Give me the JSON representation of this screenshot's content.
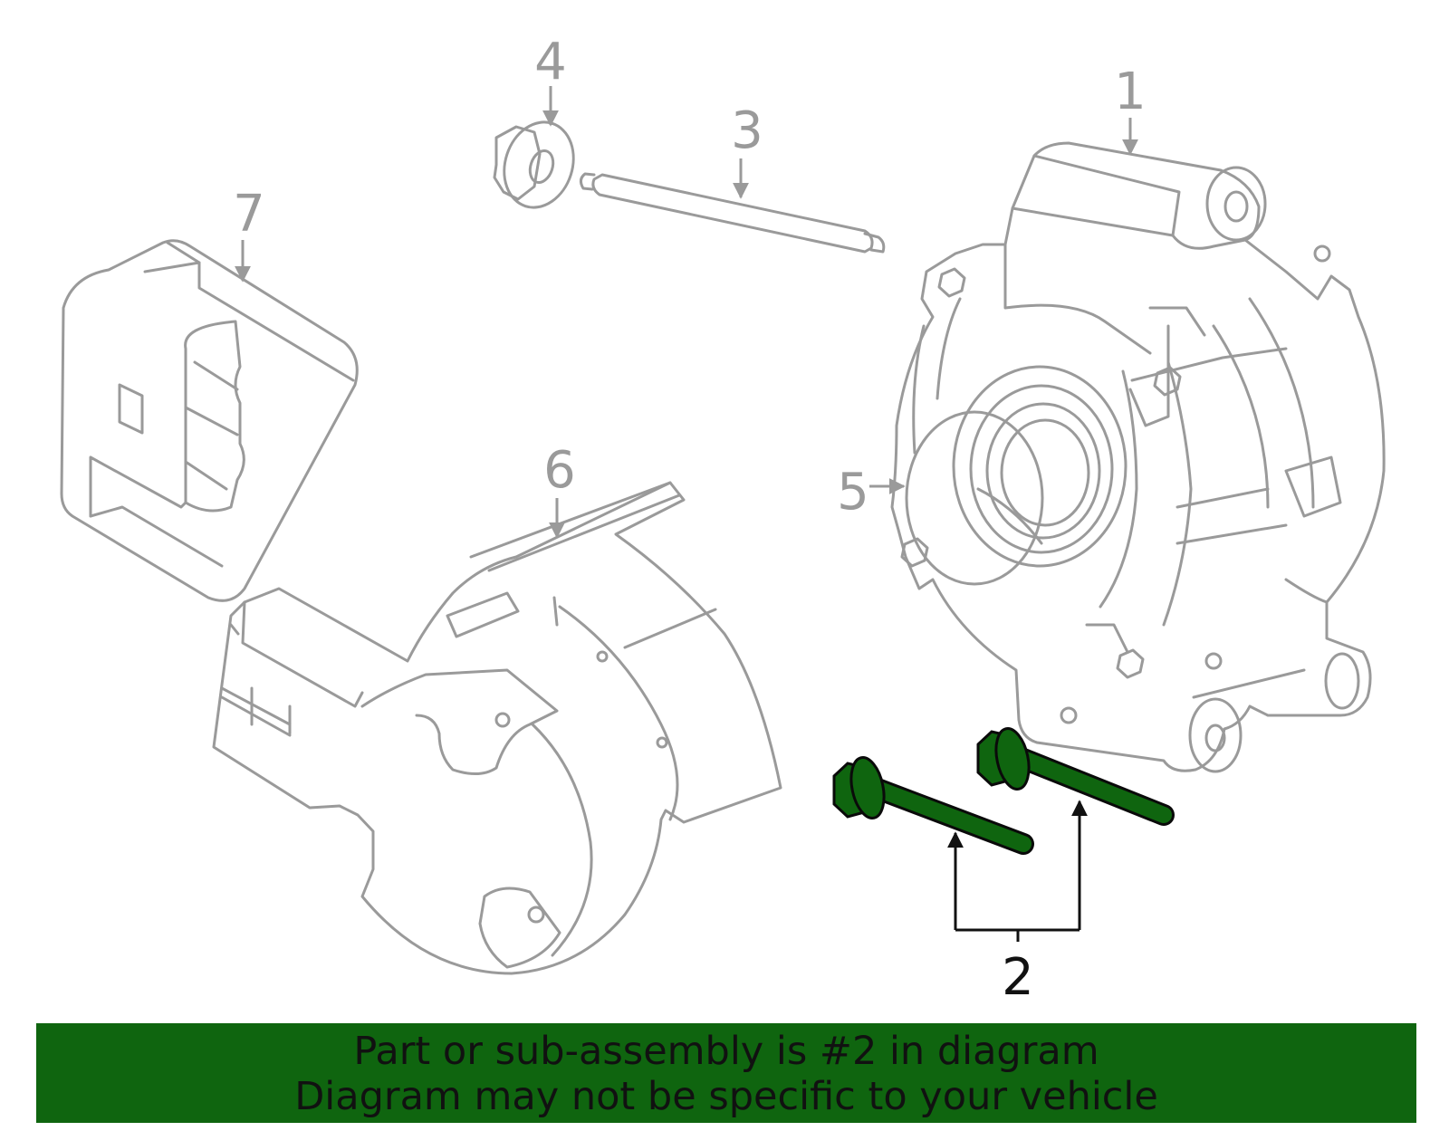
{
  "callouts": {
    "part1": "1",
    "part2": "2",
    "part3": "3",
    "part4": "4",
    "part5": "5",
    "part6": "6",
    "part7": "7"
  },
  "highlight_part": "2",
  "colors": {
    "highlight": "#0f650f",
    "line_art": "#9a9a9a",
    "banner_text": "#111111"
  },
  "banner": {
    "line1": "Part or sub-assembly is #2 in diagram",
    "line2": "Diagram may not be specific to your vehicle"
  }
}
